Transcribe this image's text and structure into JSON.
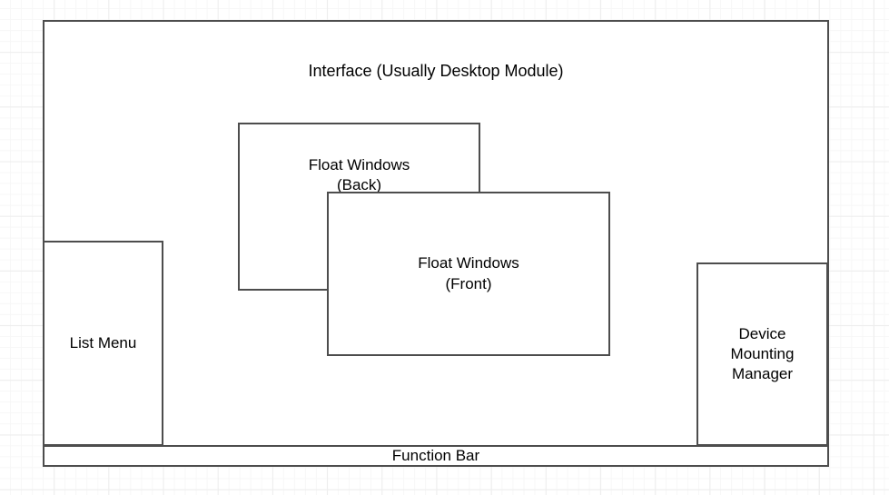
{
  "diagram": {
    "title": "Interface (Usually Desktop Module)",
    "background": {
      "grid": "on",
      "grid_minor_color": "#f7f7f7",
      "grid_major_color": "#ededed",
      "page_color": "#ffffff"
    },
    "style": {
      "border_color": "#4d4d4d",
      "fill_color": "#ffffff",
      "text_color": "#000000"
    },
    "boxes": {
      "interface": {
        "label": "Interface (Usually Desktop Module)",
        "role": "outer-container"
      },
      "list_menu": {
        "label": "List Menu",
        "role": "left-panel"
      },
      "float_back": {
        "label": "Float Windows\n(Back)",
        "role": "floating-window-back"
      },
      "float_front": {
        "label": "Float Windows\n(Front)",
        "role": "floating-window-front"
      },
      "device_manager": {
        "label": "Device\nMounting\nManager",
        "role": "right-panel"
      },
      "function_bar": {
        "label": "Function Bar",
        "role": "bottom-bar"
      }
    }
  }
}
